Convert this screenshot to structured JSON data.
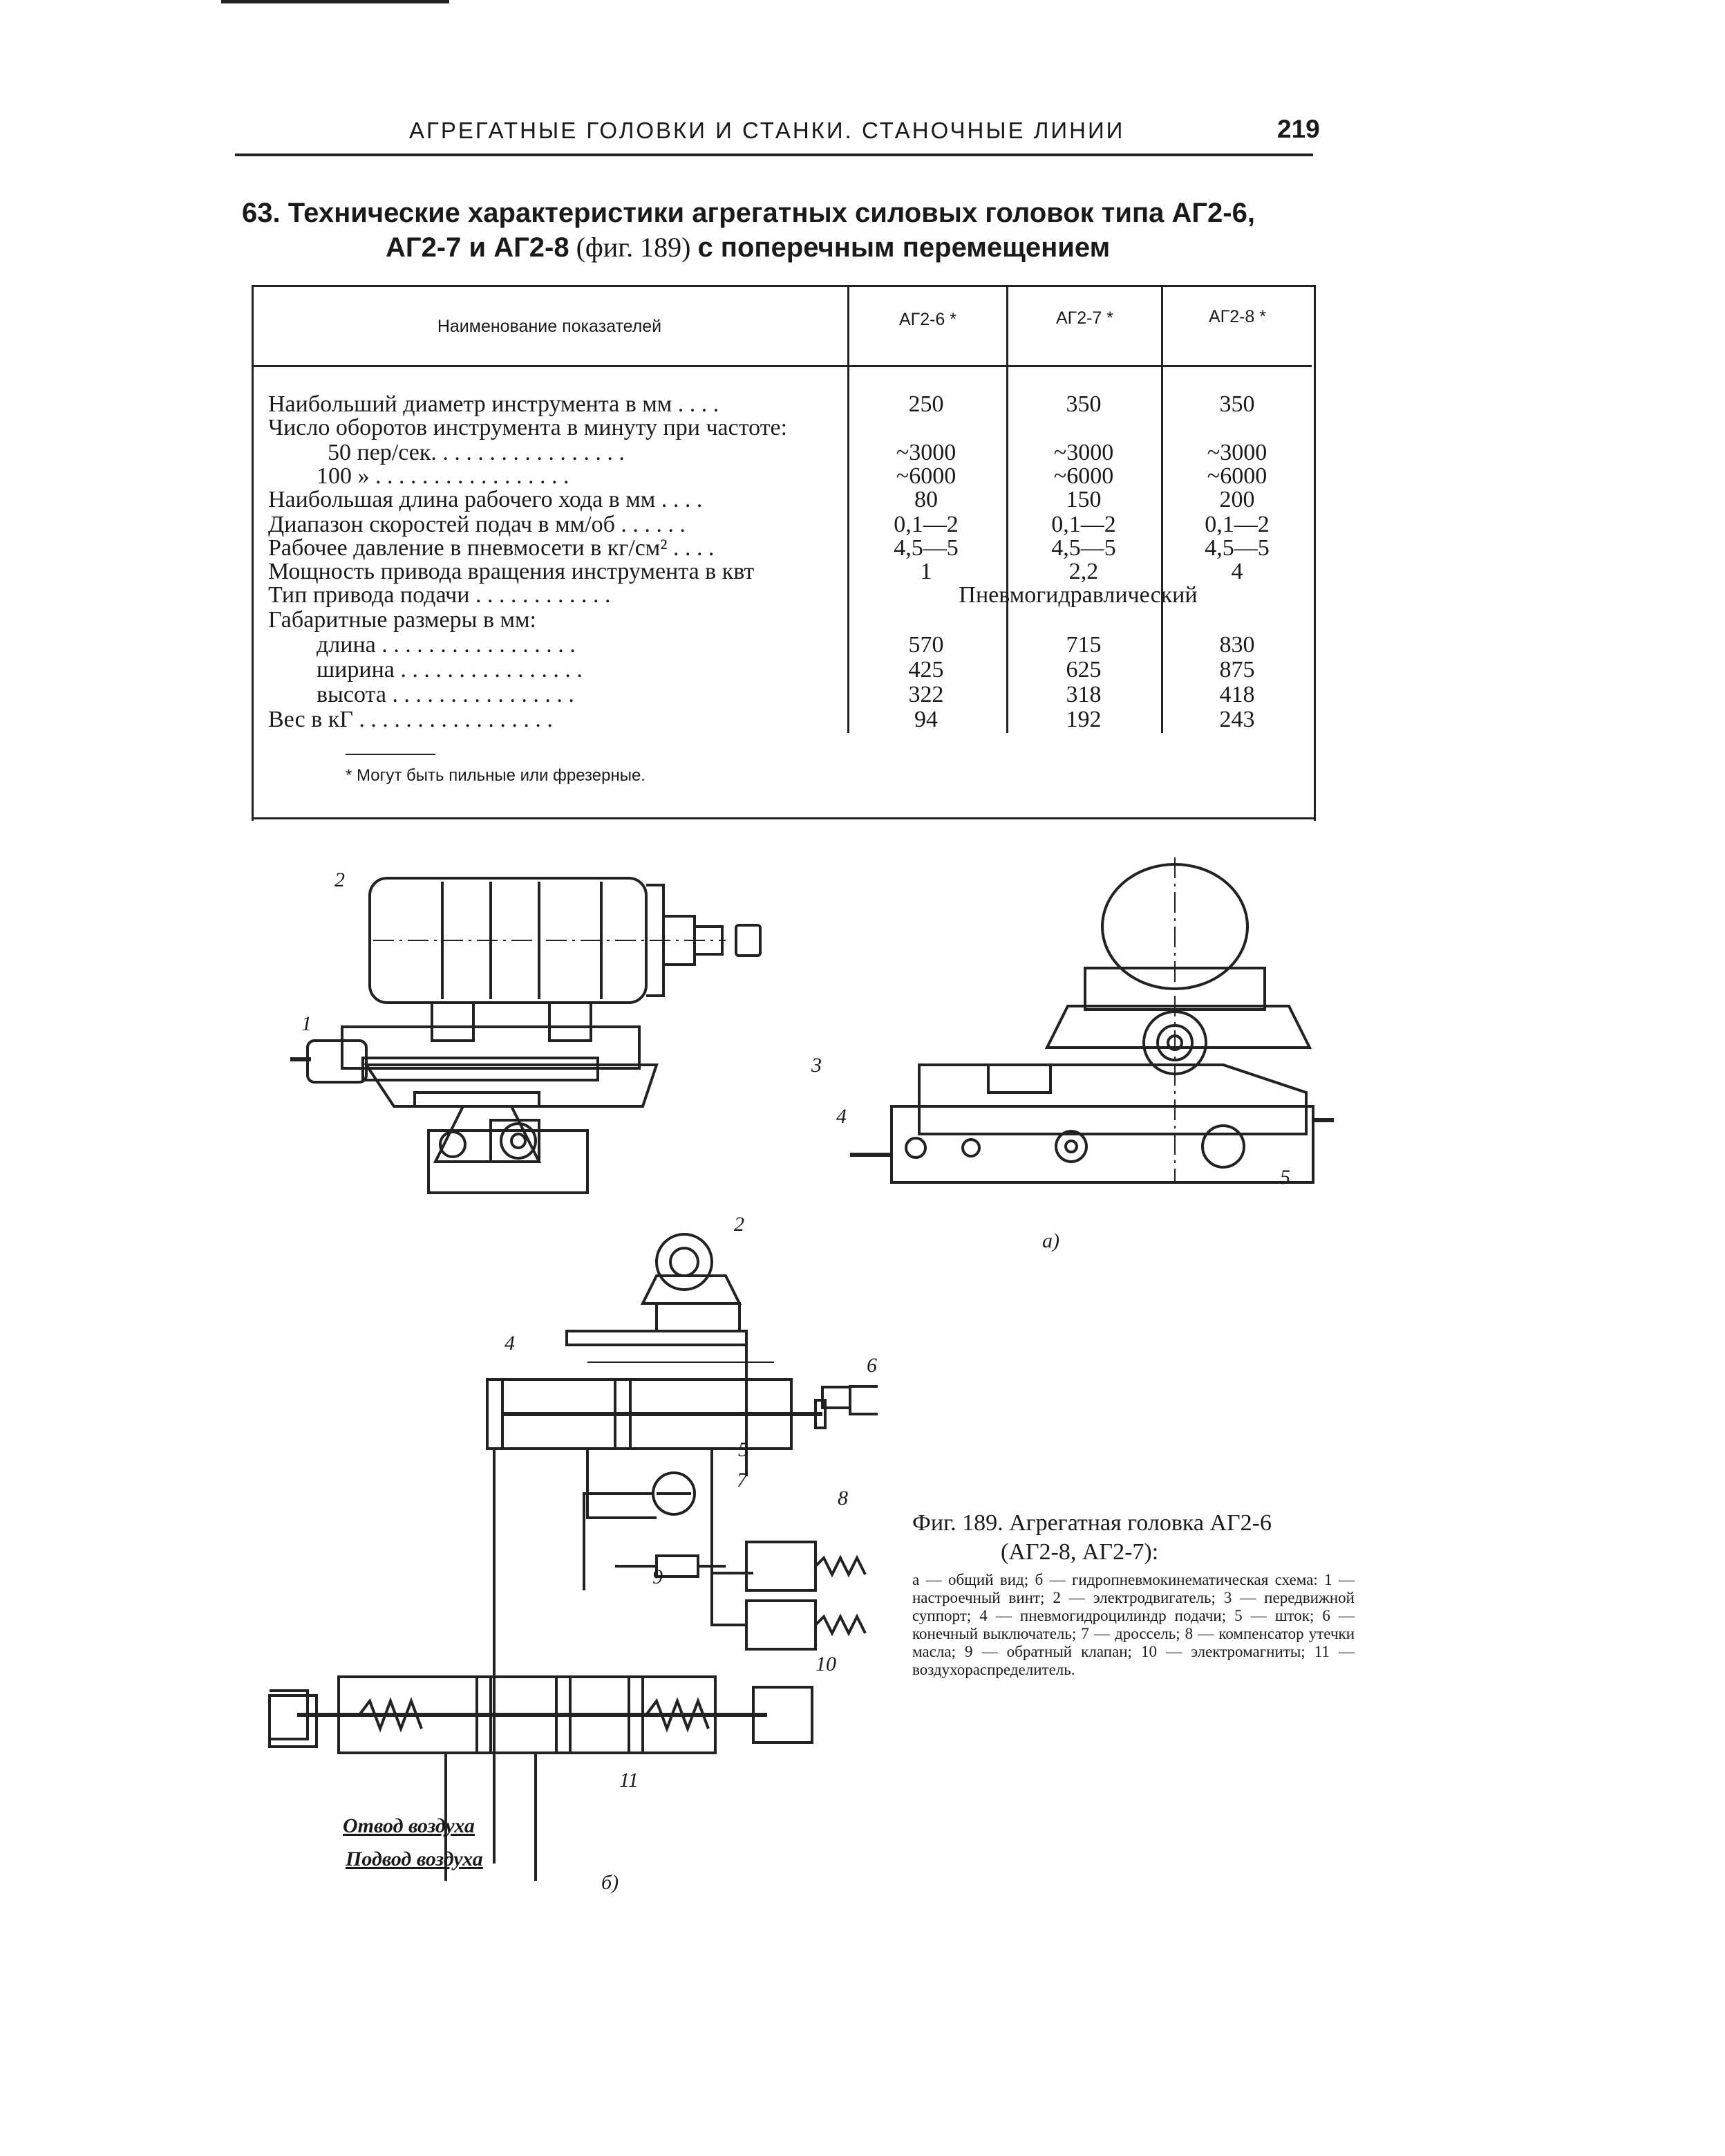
{
  "header": {
    "running_title": "АГРЕГАТНЫЕ ГОЛОВКИ И СТАНКИ. СТАНОЧНЫЕ ЛИНИИ",
    "page_number": "219"
  },
  "table": {
    "title_line1": "63. Технические характеристики агрегатных силовых головок типа АГ2-6,",
    "title_line2_bold": "АГ2-7 и АГ2-8",
    "title_line2_regular": " (фиг. 189) ",
    "title_line2_tail": "с поперечным перемещением",
    "col_headers": [
      "Наименование показателей",
      "АГ2-6 *",
      "АГ2-7 *",
      "АГ2-8 *"
    ],
    "rows": [
      {
        "label": "Наибольший диаметр инструмента в мм . . . .",
        "v1": "250",
        "v2": "350",
        "v3": "350"
      },
      {
        "label": "Число оборотов инструмента в минуту при частоте:",
        "v1": "",
        "v2": "",
        "v3": ""
      },
      {
        "label": "50 пер/сек. . . . . . . . . . . . . . . . .",
        "v1": "~3000",
        "v2": "~3000",
        "v3": "~3000"
      },
      {
        "label": "100   » . . . . . . . . . . . . . . . . .",
        "v1": "~6000",
        "v2": "~6000",
        "v3": "~6000"
      },
      {
        "label": "Наибольшая длина рабочего хода в мм . . . .",
        "v1": "80",
        "v2": "150",
        "v3": "200"
      },
      {
        "label": "Диапазон скоростей подач в мм/об . . . . . .",
        "v1": "0,1—2",
        "v2": "0,1—2",
        "v3": "0,1—2"
      },
      {
        "label": "Рабочее давление в пневмосети в кг/см² . . . .",
        "v1": "4,5—5",
        "v2": "4,5—5",
        "v3": "4,5—5"
      },
      {
        "label": "Мощность привода вращения инструмента в квт",
        "v1": "1",
        "v2": "2,2",
        "v3": "4"
      },
      {
        "label": "Тип привода подачи . . . . . . . . . . . .",
        "v1": "",
        "v2": "Пневмогидравлический",
        "v3": ""
      },
      {
        "label": "Габаритные размеры в мм:",
        "v1": "",
        "v2": "",
        "v3": ""
      },
      {
        "label": "длина . . . . . . . . . . . . . . . . .",
        "v1": "570",
        "v2": "715",
        "v3": "830"
      },
      {
        "label": "ширина . . . . . . . . . . . . . . . .",
        "v1": "425",
        "v2": "625",
        "v3": "875"
      },
      {
        "label": "высота . . . . . . . . . . . . . . . .",
        "v1": "322",
        "v2": "318",
        "v3": "418"
      },
      {
        "label": "Вес в кГ . . . . . . . . . . . . . . . . .",
        "v1": "94",
        "v2": "192",
        "v3": "243"
      }
    ],
    "footnote": "* Могут быть пильные или фрезерные."
  },
  "figure": {
    "part_labels": [
      "1",
      "2",
      "3",
      "4",
      "5",
      "6",
      "7",
      "8",
      "9",
      "10",
      "11"
    ],
    "label_a": "а)",
    "label_b": "б)",
    "air_out": "Отвод воздуха",
    "air_in": "Подвод воздуха",
    "caption_title_1": "Фиг. 189. Агрегатная головка АГ2-6",
    "caption_title_2": "(АГ2-8, АГ2-7):",
    "caption_body": "а — общий вид; б — гидропневмокинематическая схема: 1 — настроечный винт; 2 — электродвигатель; 3 — передвижной суппорт; 4 — пневмогидроцилиндр подачи; 5 — шток; 6 — конечный выключатель; 7 — дроссель; 8 — компенсатор утечки масла; 9 — обратный клапан; 10 — электромагниты; 11 — воздухораспределитель."
  }
}
